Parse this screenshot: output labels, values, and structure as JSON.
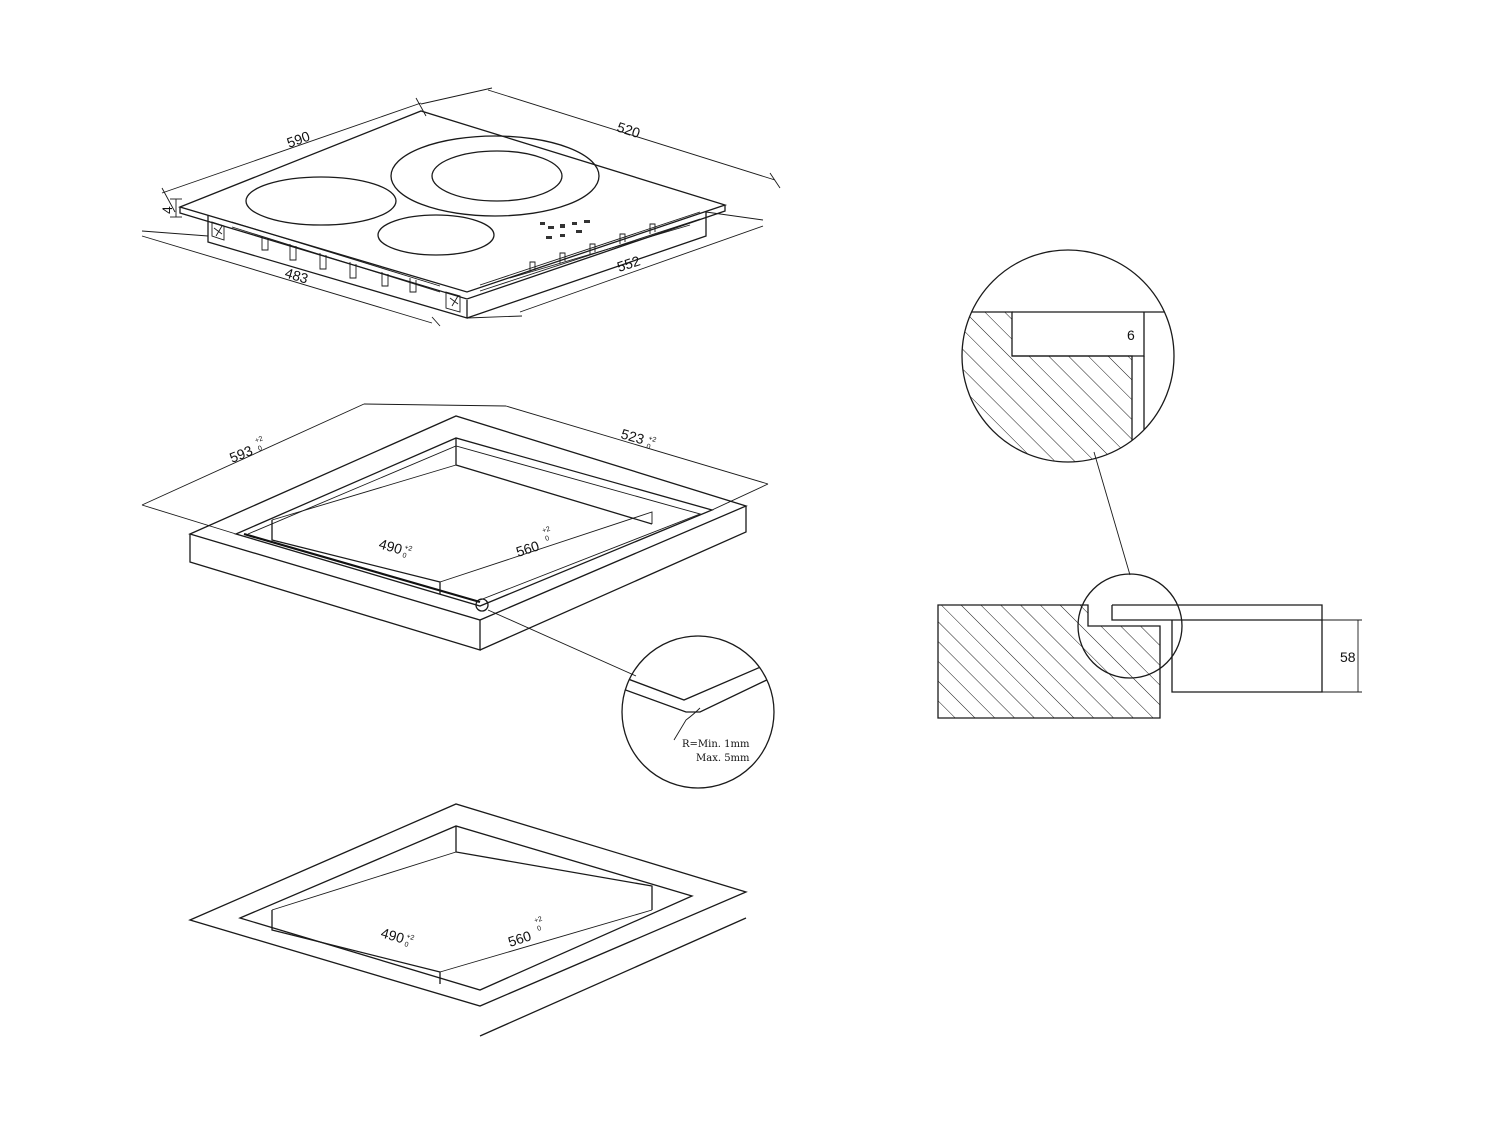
{
  "hob": {
    "width": "590",
    "depth": "520",
    "glass_thickness": "4",
    "body_width": "552",
    "body_depth": "483"
  },
  "cutout_flush": {
    "recess_width": "593",
    "recess_depth": "523",
    "cut_width": "490",
    "cut_depth": "560",
    "tol_upper": "+2",
    "tol_lower": "0",
    "radius_note_1": "R=Min. 1mm",
    "radius_note_2": "Max. 5mm"
  },
  "cutout_standard": {
    "cut_width": "490",
    "cut_depth": "560",
    "tol_upper": "+2",
    "tol_lower": "0"
  },
  "section": {
    "recess_height": "6",
    "body_height": "58"
  }
}
